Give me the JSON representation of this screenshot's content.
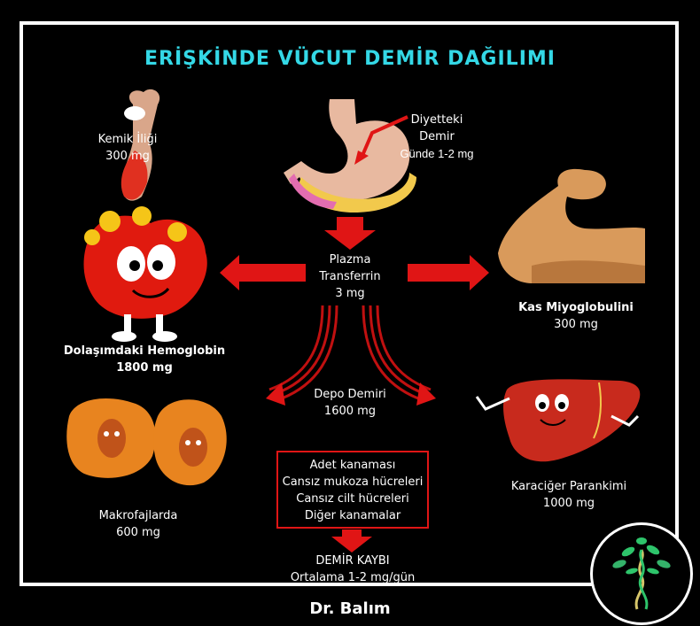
{
  "title": "ERİŞKİNDE VÜCUT DEMİR DAĞILIMI",
  "diet": {
    "line1": "Diyetteki",
    "line2": "Demir",
    "amount": "Günde 1-2 mg"
  },
  "bone_marrow": {
    "name": "Kemik İliği",
    "amount": "300 mg"
  },
  "plasma": {
    "line1": "Plazma",
    "line2": "Transferrin",
    "amount": "3 mg"
  },
  "muscle": {
    "name": "Kas Miyoglobulini",
    "amount": "300 mg"
  },
  "hemoglobin": {
    "name": "Dolaşımdaki Hemoglobin",
    "amount": "1800 mg"
  },
  "depot": {
    "name": "Depo Demiri",
    "amount": "1600 mg"
  },
  "liver": {
    "name": "Karaciğer Parankimi",
    "amount": "1000 mg"
  },
  "macrophage": {
    "name": "Makrofajlarda",
    "amount": "600 mg"
  },
  "losses": [
    "Adet kanaması",
    "Cansız mukoza hücreleri",
    "Cansız cilt hücreleri",
    "Diğer kanamalar"
  ],
  "loss": {
    "name": "DEMİR KAYBI",
    "amount": "Ortalama 1-2 mg/gün"
  },
  "author": "Dr. Balım",
  "colors": {
    "title": "#34d8e6",
    "arrows": "#e01515",
    "background": "#000000"
  }
}
